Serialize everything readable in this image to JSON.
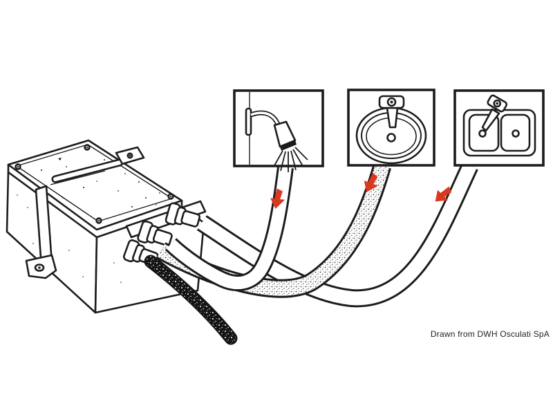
{
  "page": {
    "background": "#ffffff"
  },
  "credit": {
    "text": "Drawn from DWH Osculati SpA"
  },
  "colors": {
    "ink": "#1c1c1c",
    "arrow_red": "#d9391f",
    "paper": "#ffffff"
  },
  "illustration": {
    "device": {
      "id": "waste-water-collecting-unit",
      "icon": "tank-box-icon"
    },
    "fixtures": [
      {
        "id": "shower",
        "icon": "shower-icon"
      },
      {
        "id": "washbasin",
        "icon": "washbasin-icon"
      },
      {
        "id": "kitchen-sink",
        "icon": "kitchen-sink-icon"
      }
    ],
    "hoses": [
      {
        "id": "shower-hose",
        "style": "smooth-white"
      },
      {
        "id": "washbasin-hose",
        "style": "stippled"
      },
      {
        "id": "kitchen-sink-hose",
        "style": "smooth-white"
      },
      {
        "id": "drain-hose",
        "style": "dark-speckled"
      }
    ],
    "flow_arrow_count": 3
  }
}
